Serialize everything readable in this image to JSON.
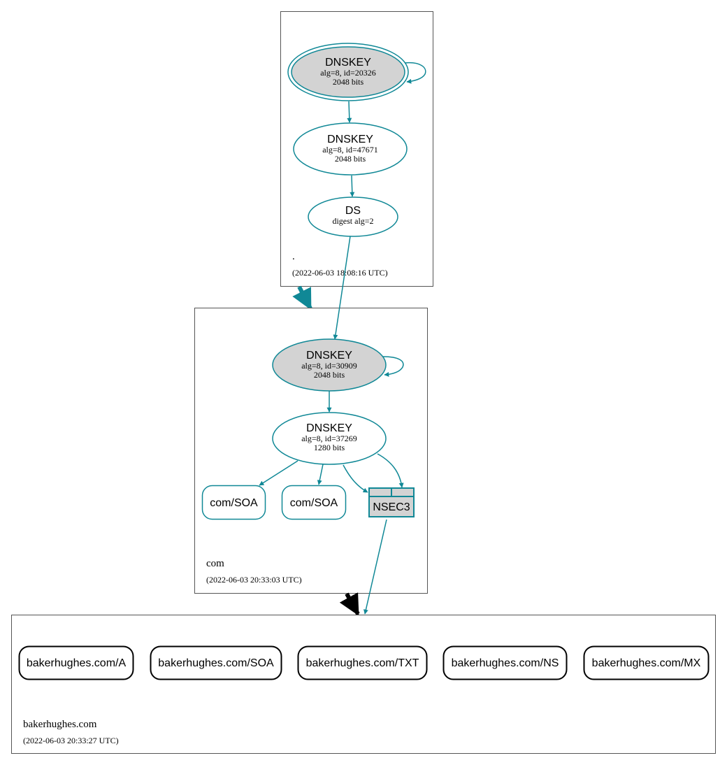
{
  "colors": {
    "secure": "#108896",
    "ksk_fill": "#d3d3d3",
    "delegation_insecure": "#000000"
  },
  "zones": {
    "root": {
      "name": ".",
      "timestamp": "(2022-06-03 18:08:16 UTC)",
      "ksk": {
        "title": "DNSKEY",
        "alg_id": "alg=8, id=20326",
        "bits": "2048 bits"
      },
      "zsk": {
        "title": "DNSKEY",
        "alg_id": "alg=8, id=47671",
        "bits": "2048 bits"
      },
      "ds": {
        "title": "DS",
        "digest": "digest alg=2"
      }
    },
    "com": {
      "name": "com",
      "timestamp": "(2022-06-03 20:33:03 UTC)",
      "ksk": {
        "title": "DNSKEY",
        "alg_id": "alg=8, id=30909",
        "bits": "2048 bits"
      },
      "zsk": {
        "title": "DNSKEY",
        "alg_id": "alg=8, id=37269",
        "bits": "1280 bits"
      },
      "rrsets": [
        "com/SOA",
        "com/SOA"
      ],
      "nsec3": "NSEC3"
    },
    "bakerhughes": {
      "name": "bakerhughes.com",
      "timestamp": "(2022-06-03 20:33:27 UTC)",
      "rrsets": [
        "bakerhughes.com/A",
        "bakerhughes.com/SOA",
        "bakerhughes.com/TXT",
        "bakerhughes.com/NS",
        "bakerhughes.com/MX"
      ]
    }
  }
}
